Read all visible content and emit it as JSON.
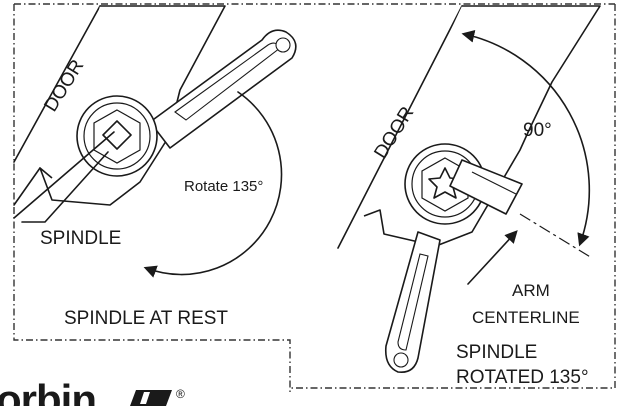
{
  "left_view": {
    "door_label": "DOOR",
    "rotate_label": "Rotate 135°",
    "spindle_label": "SPINDLE",
    "caption": "SPINDLE AT REST"
  },
  "right_view": {
    "door_label": "DOOR",
    "angle_label": "90°",
    "arm_label_line1": "ARM",
    "arm_label_line2": "CENTERLINE",
    "caption_line1": "SPINDLE",
    "caption_line2": "ROTATED 135°"
  },
  "logo": {
    "text": "orbin",
    "registered_mark": "®"
  }
}
